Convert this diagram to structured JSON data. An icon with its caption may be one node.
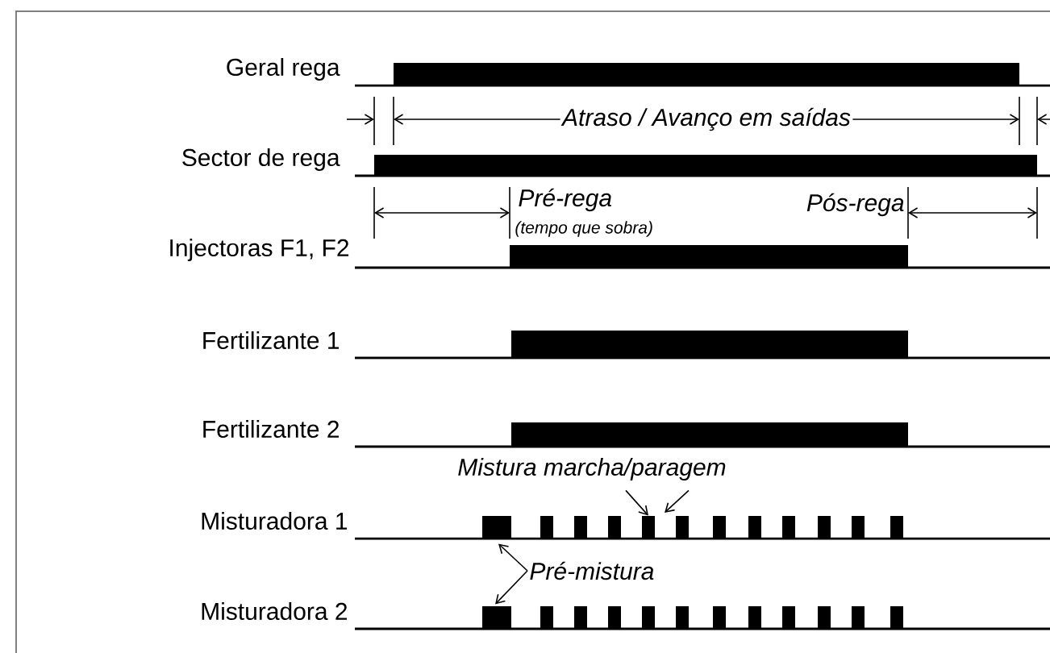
{
  "diagram": {
    "nodes": [
      {
        "text": [
          "Mistura marcha/paragem"
        ]
      },
      {
        "text": [
          "Pré-mistura"
        ]
      },
      {
        "text": [],
        "shape": "bar"
      },
      {
        "text": [],
        "shape": "bar"
      },
      {
        "text": [],
        "shape": "bar"
      }
    ],
    "edges": [
      {
        "from": 0,
        "to": 3,
        "arrow": "to"
      },
      {
        "from": 0,
        "to": null,
        "arrow": "to"
      },
      {
        "from": 1,
        "to": 2,
        "arrow": "to"
      },
      {
        "from": 1,
        "to": 4,
        "arrow": "to"
      }
    ],
    "labels": [
      "Geral rega",
      "Atraso / Avanço em saídas",
      "Sector de rega",
      "Pré-rega",
      "Pós-rega",
      "(tempo que sobra)",
      "Injectoras F1, F2",
      "Fertilizante 1",
      "Fertilizante 2",
      "Misturadora 1",
      "Misturadora 2"
    ]
  }
}
